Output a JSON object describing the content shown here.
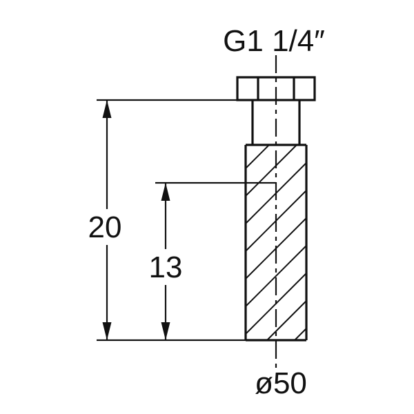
{
  "drawing": {
    "thread_label": "G1 1/4″",
    "dimensions": {
      "overall_length": "20",
      "inner_length": "13",
      "diameter": "ø50"
    },
    "colors": {
      "line": "#111111",
      "background": "#ffffff"
    }
  }
}
